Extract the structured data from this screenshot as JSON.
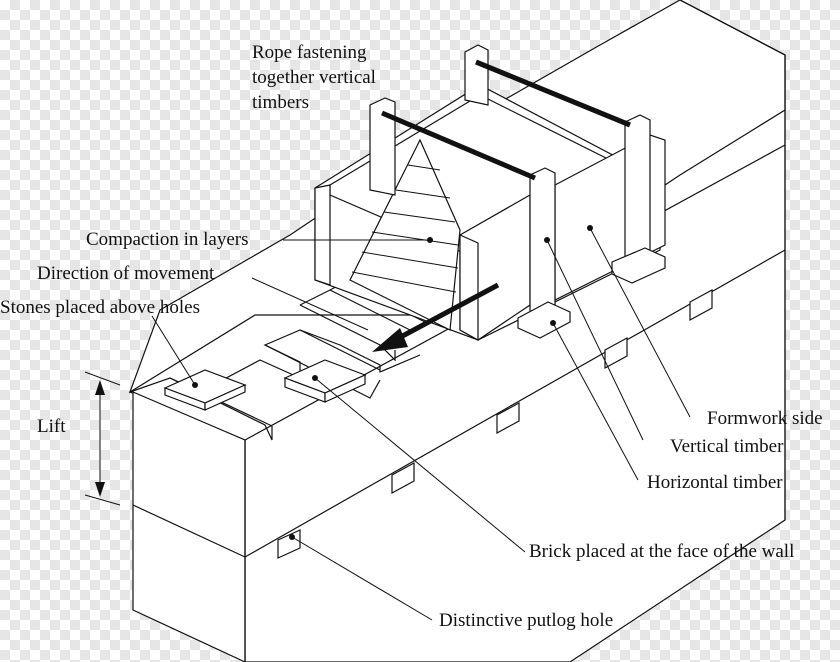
{
  "labels": {
    "rope_line1": "Rope fastening",
    "rope_line2": "together vertical",
    "rope_line3": "timbers",
    "compaction": "Compaction in layers",
    "direction": "Direction of movement",
    "stones": "Stones placed above holes",
    "lift": "Lift",
    "formwork": "Formwork side",
    "vertical": "Vertical timber",
    "horizontal": "Horizontal timber",
    "brick": "Brick placed at the face of the wall",
    "putlog": "Distinctive putlog hole"
  },
  "colors": {
    "line": "#111111",
    "fill": "#ffffff",
    "checker": "#e6e6e6"
  }
}
